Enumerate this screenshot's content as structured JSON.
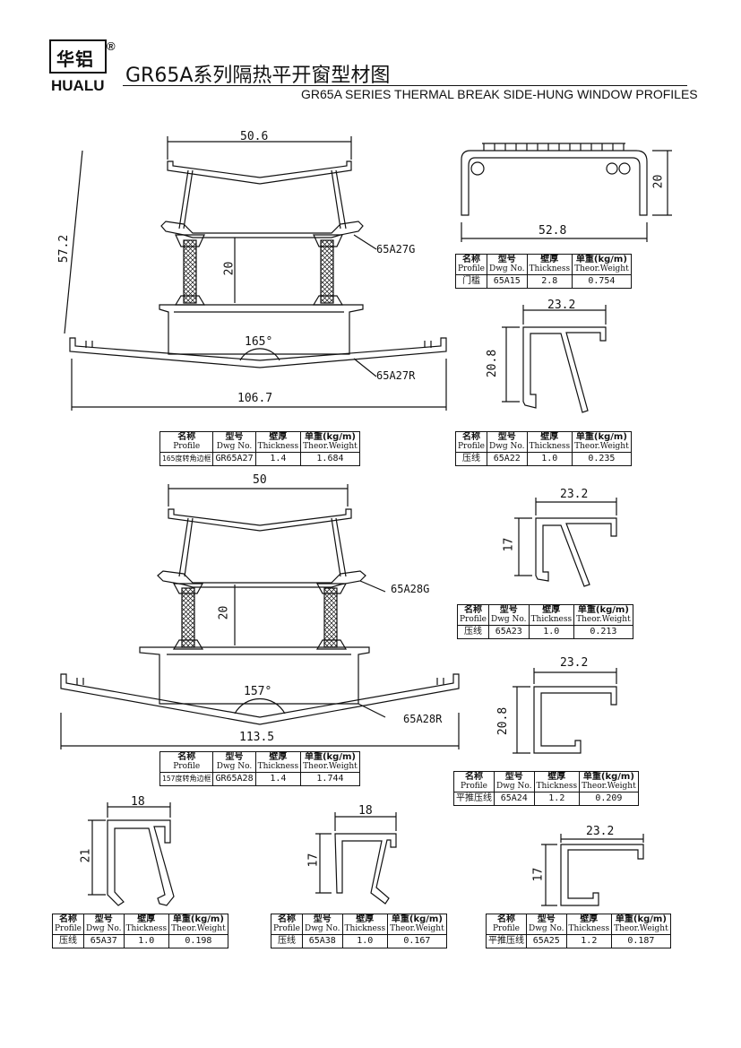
{
  "brand": {
    "name_cn": "华铝",
    "name_en": "HUALU",
    "reg": "®"
  },
  "title": {
    "cn": "GR65A系列隔热平开窗型材图",
    "en": "GR65A SERIES THERMAL BREAK  SIDE-HUNG WINDOW PROFILES"
  },
  "headers": {
    "profile_cn": "名称",
    "profile_en": "Profile",
    "dwg_cn": "型号",
    "dwg_en": "Dwg No.",
    "thick_cn": "壁厚",
    "thick_en": "Thickness",
    "weight_cn": "单重(kg/m)",
    "weight_en": "Theor.Weight"
  },
  "profiles": {
    "a27": {
      "width": "50.6",
      "height": "57.2",
      "gap": "20",
      "angle": "165°",
      "total": "106.7",
      "label_g": "65A27G",
      "label_r": "65A27R",
      "name": "165度转角边框",
      "dwg": "GR65A27",
      "thickness": "1.4",
      "weight": "1.684"
    },
    "a15": {
      "width": "52.8",
      "height": "20",
      "name": "门槛",
      "dwg": "65A15",
      "thickness": "2.8",
      "weight": "0.754"
    },
    "a22": {
      "width": "23.2",
      "height": "20.8",
      "name": "压线",
      "dwg": "65A22",
      "thickness": "1.0",
      "weight": "0.235"
    },
    "a28": {
      "width": "50",
      "gap": "20",
      "angle": "157°",
      "total": "113.5",
      "label_g": "65A28G",
      "label_r": "65A28R",
      "name": "157度转角边框",
      "dwg": "GR65A28",
      "thickness": "1.4",
      "weight": "1.744"
    },
    "a23": {
      "width": "23.2",
      "height": "17",
      "name": "压线",
      "dwg": "65A23",
      "thickness": "1.0",
      "weight": "0.213"
    },
    "a24": {
      "width": "23.2",
      "height": "20.8",
      "name": "平推压线",
      "dwg": "65A24",
      "thickness": "1.2",
      "weight": "0.209"
    },
    "a37": {
      "width": "18",
      "height": "21",
      "name": "压线",
      "dwg": "65A37",
      "thickness": "1.0",
      "weight": "0.198"
    },
    "a38": {
      "width": "18",
      "height": "17",
      "name": "压线",
      "dwg": "65A38",
      "thickness": "1.0",
      "weight": "0.167"
    },
    "a25": {
      "width": "23.2",
      "height": "17",
      "name": "平推压线",
      "dwg": "65A25",
      "thickness": "1.2",
      "weight": "0.187"
    }
  }
}
